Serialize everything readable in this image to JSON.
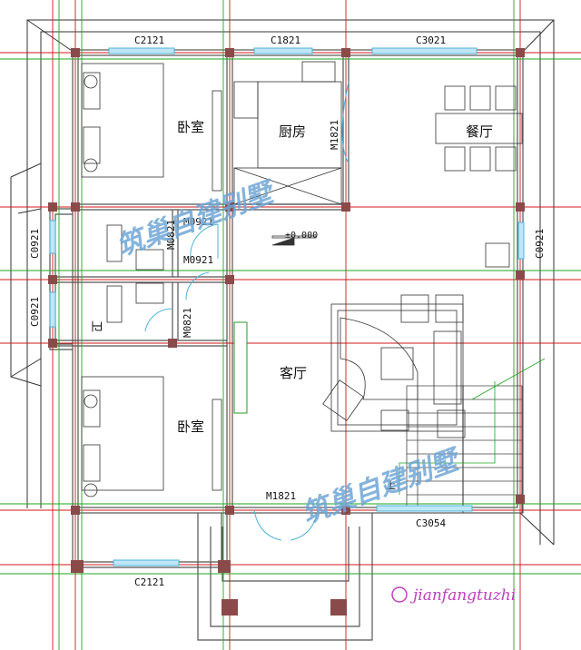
{
  "rooms": {
    "bedroom_top": "卧室",
    "bedroom_bottom": "卧室",
    "kitchen": "厨房",
    "dining": "餐厅",
    "living": "客厅",
    "bath": "卫",
    "stair_up": "上"
  },
  "codes": {
    "win_top_left": "C2121",
    "win_top_mid": "C1821",
    "win_top_right": "C3021",
    "door_kitchen": "M1821",
    "door_bed1": "M0921",
    "door_bath1": "M0821",
    "door_bath2": "M0921",
    "door_bath3": "M0821",
    "win_left_1": "C0921",
    "win_left_2": "C0921",
    "win_right": "C0921",
    "door_main": "M1821",
    "win_bottom_right": "C3054",
    "win_bottom_left": "C2121",
    "elevation": "±0.000"
  },
  "watermarks": {
    "wm1": "筑巢自建别墅",
    "wm2": "筑巢自建别墅",
    "brand": "jianfangtuzhi"
  },
  "colors": {
    "wall": "#555555",
    "column": "#8b4a4a",
    "grid_red": "#d01818",
    "grid_green": "#1ea51e",
    "window": "#4fb3d9",
    "watermark": "#6fa6d6",
    "brand": "#c03fc0"
  }
}
